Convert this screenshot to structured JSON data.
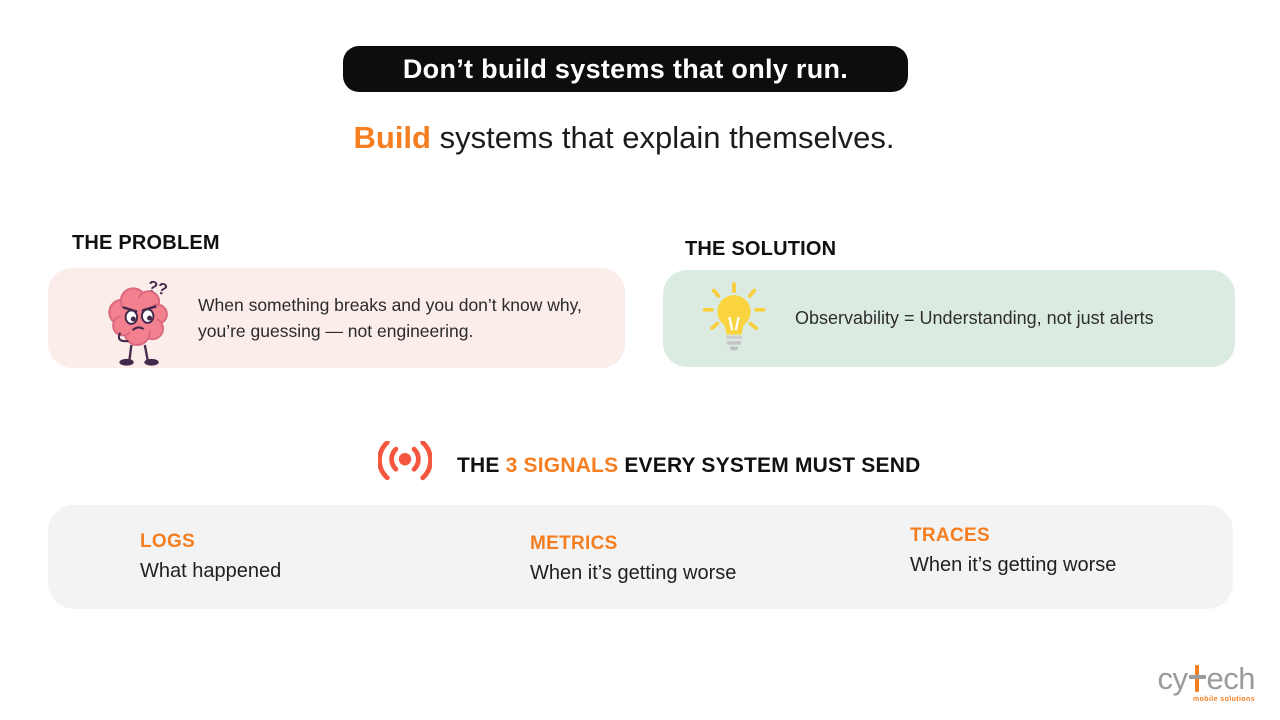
{
  "banner": {
    "text": "Don’t build systems that only run."
  },
  "subtitle": {
    "highlight": "Build",
    "rest": " systems that explain themselves."
  },
  "problem": {
    "heading": "THE PROBLEM",
    "icon": "confused-brain-icon",
    "text": "When something breaks and you don’t know why, you’re guessing — not engineering."
  },
  "solution": {
    "heading": "THE SOLUTION",
    "icon": "lightbulb-icon",
    "text": "Observability = Understanding, not just alerts"
  },
  "signals": {
    "icon": "broadcast-icon",
    "heading_prefix": "THE ",
    "heading_highlight": "3 SIGNALS",
    "heading_suffix": " EVERY SYSTEM MUST SEND",
    "items": [
      {
        "label": "LOGS",
        "description": "What happened"
      },
      {
        "label": "METRICS",
        "description": "When it’s getting worse"
      },
      {
        "label": "TRACES",
        "description": "When it’s getting worse"
      }
    ]
  },
  "logo": {
    "part1": "cy",
    "part2": "ech",
    "tagline": "mobile solutions"
  },
  "colors": {
    "accent_orange": "#f57e20",
    "coral_icon": "#f4573d",
    "banner_bg": "#0d0d0d",
    "problem_bg": "#fbede9",
    "solution_bg": "#dcebe2",
    "signals_bg": "#f3f3f3",
    "logo_gray": "#9b9b9b"
  }
}
